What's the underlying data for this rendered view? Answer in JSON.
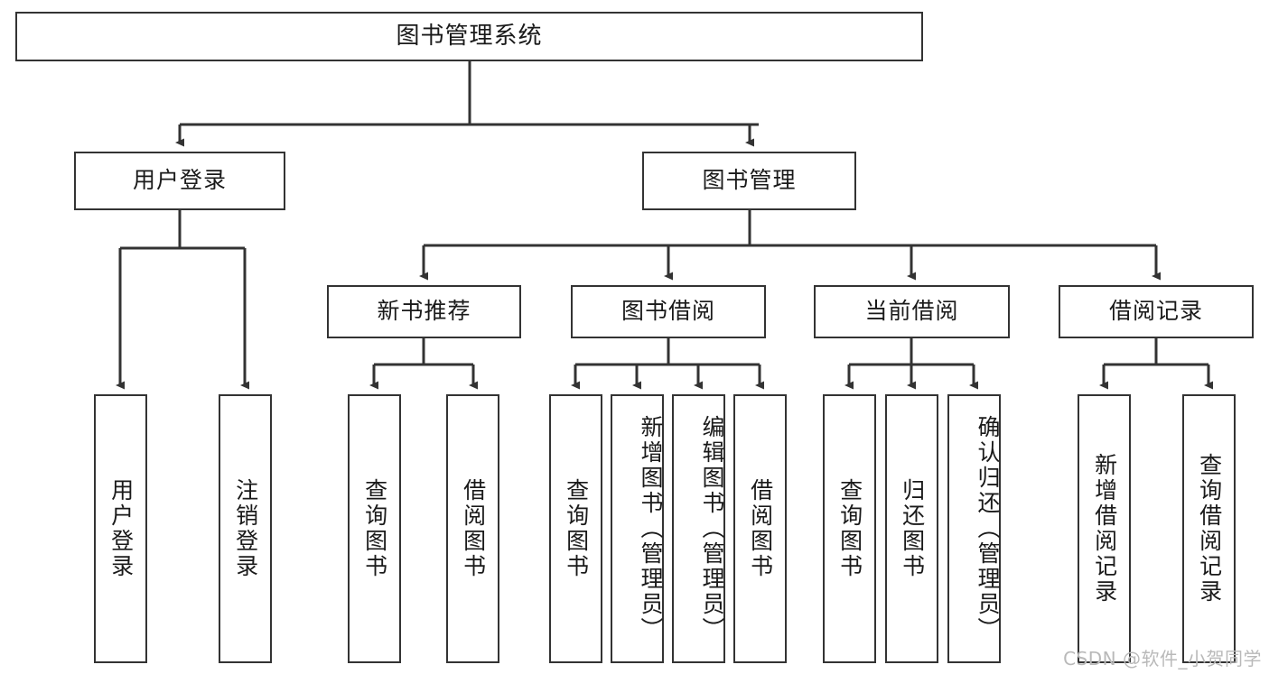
{
  "diagram": {
    "title": "图书管理系统",
    "type": "tree",
    "watermark": "CSDN @软件_小贺同学",
    "colors": {
      "stroke": "#333333",
      "fill": "#ffffff",
      "text": "#1a1a1a",
      "watermark": "#b9b9b9"
    },
    "root": {
      "label": "图书管理系统"
    },
    "level2": [
      {
        "label": "用户登录"
      },
      {
        "label": "图书管理"
      }
    ],
    "level3": [
      {
        "label": "新书推荐"
      },
      {
        "label": "图书借阅"
      },
      {
        "label": "当前借阅"
      },
      {
        "label": "借阅记录"
      }
    ],
    "leaves": {
      "user_login": [
        {
          "label": "用户登录"
        },
        {
          "label": "注销登录"
        }
      ],
      "new_book": [
        {
          "label": "查询图书"
        },
        {
          "label": "借阅图书"
        }
      ],
      "book_borrow": [
        {
          "label": "查询图书"
        },
        {
          "label": "新增图书（管理员）"
        },
        {
          "label": "编辑图书（管理员）"
        },
        {
          "label": "借阅图书"
        }
      ],
      "current_borrow": [
        {
          "label": "查询图书"
        },
        {
          "label": "归还图书"
        },
        {
          "label": "确认归还（管理员）"
        }
      ],
      "borrow_record": [
        {
          "label": "新增借阅记录"
        },
        {
          "label": "查询借阅记录"
        }
      ]
    }
  }
}
